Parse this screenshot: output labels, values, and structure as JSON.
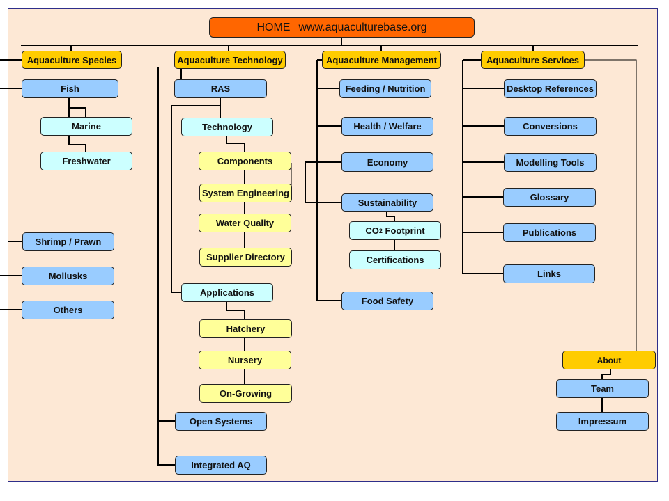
{
  "home": {
    "label": "HOME",
    "url": "www.aquaculturebase.org"
  },
  "colors": {
    "background": "#fde8d5",
    "border": "#2e2e8a",
    "home": "#ff6600",
    "category": "#ffcc00",
    "level2": "#99ccff",
    "level3": "#ccffff",
    "level4": "#ffff99"
  },
  "species": {
    "label": "Aquaculture Species",
    "items": {
      "fish": "Fish",
      "marine": "Marine",
      "freshwater": "Freshwater",
      "shrimp": "Shrimp / Prawn",
      "mollusks": "Mollusks",
      "others": "Others"
    }
  },
  "technology": {
    "label": "Aquaculture Technology",
    "items": {
      "ras": "RAS",
      "technology": "Technology",
      "components": "Components",
      "system_engineering": "System Engineering",
      "water_quality": "Water Quality",
      "supplier_directory": "Supplier Directory",
      "applications": "Applications",
      "hatchery": "Hatchery",
      "nursery": "Nursery",
      "on_growing": "On-Growing",
      "open_systems": "Open Systems",
      "integrated_aq": "Integrated AQ"
    }
  },
  "management": {
    "label": "Aquaculture Management",
    "items": {
      "feeding": "Feeding / Nutrition",
      "health": "Health / Welfare",
      "economy": "Economy",
      "sustainability": "Sustainability",
      "co2_prefix": "CO",
      "co2_sub": "2",
      "co2_suffix": " Footprint",
      "certifications": "Certifications",
      "food_safety": "Food Safety"
    }
  },
  "services": {
    "label": "Aquaculture Services",
    "items": {
      "desktop_references": "Desktop References",
      "conversions": "Conversions",
      "modelling_tools": "Modelling Tools",
      "glossary": "Glossary",
      "publications": "Publications",
      "links": "Links"
    }
  },
  "about": {
    "label": "About",
    "items": {
      "team": "Team",
      "impressum": "Impressum"
    }
  }
}
